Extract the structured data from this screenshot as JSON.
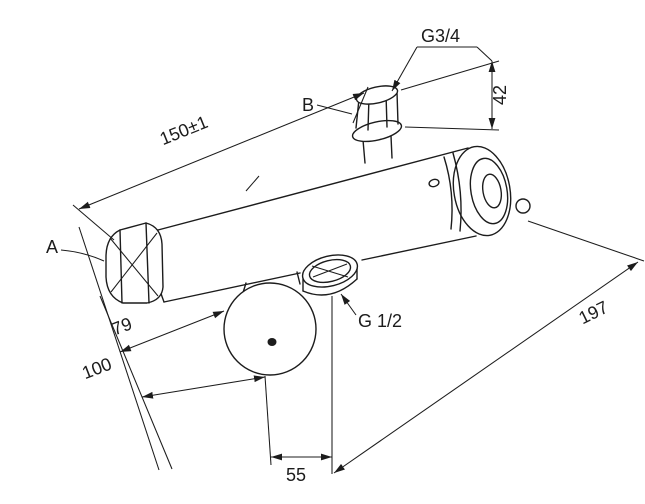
{
  "colors": {
    "line": "#1c1c1c",
    "background": "#ffffff"
  },
  "diagram": {
    "type": "technical-drawing-shower-mixer",
    "part_labels": {
      "a": "A",
      "b": "B"
    },
    "thread_labels": {
      "top_connection": "G3/4",
      "outlet": "G 1/2"
    },
    "dimensions": {
      "connection_distance": "150±1",
      "connection_height": "42",
      "axis_depth": "79",
      "overall_depth": "100",
      "outlet_offset": "55",
      "overall_length": "197"
    }
  }
}
